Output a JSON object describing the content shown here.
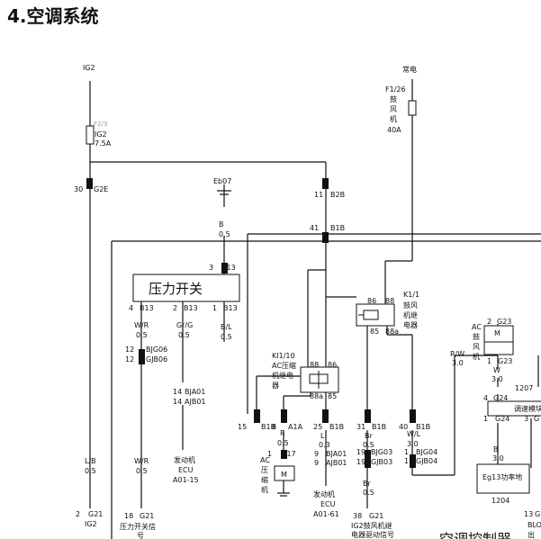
{
  "title": "4.空调系统",
  "power": {
    "ig2": "IG2",
    "changdian": "常电"
  },
  "fuses": {
    "f_ig2": {
      "gray": "F2/3",
      "name": "IG2",
      "rating": "7.5A"
    },
    "f_blower": {
      "code": "F1/26",
      "name_lines": [
        "鼓",
        "风",
        "机"
      ],
      "rating": "40A"
    }
  },
  "ground": {
    "eb07": "Eb07"
  },
  "connectors": {
    "g2e": {
      "pin": "30",
      "code": "G2E"
    },
    "b2b": {
      "pin": "11",
      "code": "B2B"
    },
    "b1b_top": {
      "pin": "41",
      "code": "B1B"
    },
    "b13_top": {
      "pin": "3",
      "code": "B13"
    },
    "b13_p4": {
      "pin": "4",
      "code": "B13"
    },
    "b13_p2": {
      "pin": "2",
      "code": "B13"
    },
    "b13_p1": {
      "pin": "1",
      "code": "B13"
    },
    "bjg06": {
      "pin": "12",
      "code": "BJG06"
    },
    "gjb06": {
      "pin": "12",
      "code": "GJB06"
    },
    "bja01_a": {
      "pin": "14",
      "code": "BJA01"
    },
    "ajb01_a": {
      "pin": "14",
      "code": "AJB01"
    },
    "b1b_15": {
      "pin": "15",
      "code": "B1B"
    },
    "a1a_8": {
      "pin": "8",
      "code": "A1A"
    },
    "b1b_25": {
      "pin": "25",
      "code": "B1B"
    },
    "b1b_31": {
      "pin": "31",
      "code": "B1B"
    },
    "b1b_40": {
      "pin": "40",
      "code": "B1B"
    },
    "a17": {
      "pin": "1",
      "code": "A17"
    },
    "bja01_b": {
      "pin": "9",
      "code": "BJA01"
    },
    "ajb01_b": {
      "pin": "9",
      "code": "AJB01"
    },
    "bjg03": {
      "pin": "19",
      "code": "BJG03"
    },
    "gjb03": {
      "pin": "19",
      "code": "GJB03"
    },
    "bjg04": {
      "pin": "1",
      "code": "BJG04"
    },
    "gjb04": {
      "pin": "1",
      "code": "GJB04"
    },
    "g21_2": {
      "pin": "2",
      "code": "G21"
    },
    "g21_18": {
      "pin": "18",
      "code": "G21"
    },
    "g21_38": {
      "pin": "38",
      "code": "G21"
    },
    "g23_2": {
      "pin": "2",
      "code": "G23"
    },
    "g23_1": {
      "pin": "1",
      "code": "G23"
    },
    "g24_4": {
      "pin": "4",
      "code": "G24"
    },
    "g24_1": {
      "pin": "1",
      "code": "G24"
    },
    "g24_3": {
      "pin": "3",
      "code": "G"
    },
    "g_13": {
      "pin": "13",
      "code": "G"
    }
  },
  "wires": {
    "g2e": {
      "color": "L/B",
      "size": "0.5"
    },
    "b_eb07": {
      "color": "B",
      "size": "0.5"
    },
    "wr1": {
      "color": "W/R",
      "size": "0.5"
    },
    "grg": {
      "color": "Gr/G",
      "size": "0.5"
    },
    "bl": {
      "color": "B/L",
      "size": "0.5"
    },
    "wr2": {
      "color": "W/R",
      "size": "0.5"
    },
    "r": {
      "color": "R",
      "size": "0.5"
    },
    "l": {
      "color": "L",
      "size": "0.3"
    },
    "br1": {
      "color": "Br",
      "size": "0.5"
    },
    "wl": {
      "color": "W/L",
      "size": "3.0"
    },
    "br2": {
      "color": "Br",
      "size": "0.5"
    },
    "rw": {
      "color": "R/W",
      "size": "3.0"
    },
    "w": {
      "color": "W",
      "size": "3.0"
    },
    "b_right": {
      "color": "B",
      "size": "3.0"
    }
  },
  "relays": {
    "ac": {
      "code": "KI1/10",
      "name_lines": [
        "AC压缩",
        "机继电",
        "器"
      ],
      "p88": "88",
      "p86": "86",
      "p88a": "88a",
      "p85": "85"
    },
    "blower": {
      "code": "K1/1",
      "name_lines": [
        "鼓风",
        "机继",
        "电器"
      ],
      "p86": "86",
      "p88": "88",
      "p85": "85",
      "p88a": "88a"
    }
  },
  "components": {
    "pressure_switch": "压力开关",
    "ecu_a": {
      "lines": [
        "发动机",
        "ECU"
      ],
      "code": "A01-15"
    },
    "ecu_b": {
      "lines": [
        "发动机",
        "ECU"
      ],
      "code": "A01-61"
    },
    "compressor_lines": [
      "AC",
      "压",
      "缩",
      "机"
    ],
    "compressor_clutch": "M",
    "blower_motor": {
      "lines": [
        "AC",
        "鼓",
        "风",
        "机"
      ],
      "symbol": "M",
      "code": "1207"
    },
    "speed_module": "调速模块",
    "power_resistor": {
      "name": "Eg13功率地",
      "code": "1204"
    },
    "controller": "空调控制器",
    "bottom_labels": {
      "ig2": "IG2",
      "pressure_signal": [
        "压力开关信",
        "号"
      ],
      "blower_signal": [
        "IG2鼓风机继",
        "电器驱动信号"
      ],
      "blo": [
        "BLO",
        "出"
      ]
    }
  }
}
